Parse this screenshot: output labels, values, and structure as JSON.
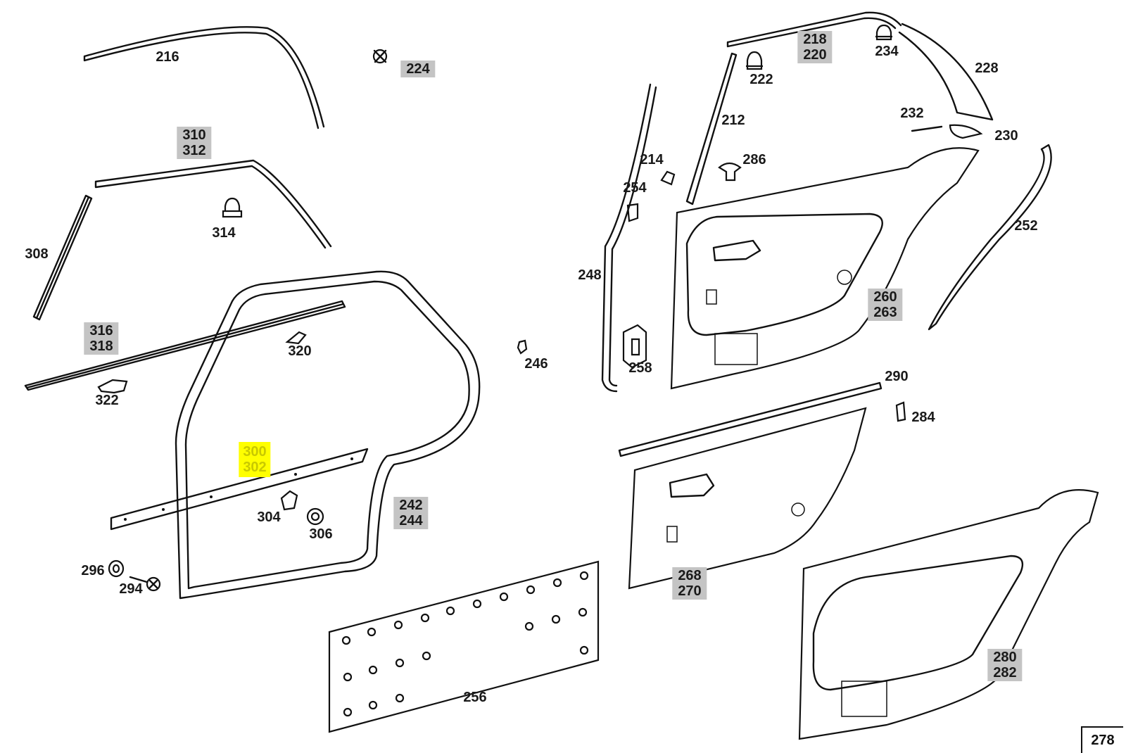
{
  "diagram": {
    "page_number": "278",
    "highlighted_callout": "300 302",
    "callouts": [
      {
        "id": "c216",
        "lines": [
          "216"
        ],
        "style": "plain"
      },
      {
        "id": "c224",
        "lines": [
          "224"
        ],
        "style": "gray"
      },
      {
        "id": "c310",
        "lines": [
          "310",
          "312"
        ],
        "style": "gray"
      },
      {
        "id": "c314",
        "lines": [
          "314"
        ],
        "style": "plain"
      },
      {
        "id": "c308",
        "lines": [
          "308"
        ],
        "style": "plain"
      },
      {
        "id": "c316",
        "lines": [
          "316",
          "318"
        ],
        "style": "gray"
      },
      {
        "id": "c320",
        "lines": [
          "320"
        ],
        "style": "plain"
      },
      {
        "id": "c322",
        "lines": [
          "322"
        ],
        "style": "plain"
      },
      {
        "id": "c246",
        "lines": [
          "246"
        ],
        "style": "plain"
      },
      {
        "id": "c300",
        "lines": [
          "300",
          "302"
        ],
        "style": "yellow"
      },
      {
        "id": "c304",
        "lines": [
          "304"
        ],
        "style": "plain"
      },
      {
        "id": "c306",
        "lines": [
          "306"
        ],
        "style": "plain"
      },
      {
        "id": "c242",
        "lines": [
          "242",
          "244"
        ],
        "style": "gray"
      },
      {
        "id": "c296",
        "lines": [
          "296"
        ],
        "style": "plain"
      },
      {
        "id": "c294",
        "lines": [
          "294"
        ],
        "style": "plain"
      },
      {
        "id": "c256",
        "lines": [
          "256"
        ],
        "style": "plain"
      },
      {
        "id": "c218",
        "lines": [
          "218",
          "220"
        ],
        "style": "gray"
      },
      {
        "id": "c234",
        "lines": [
          "234"
        ],
        "style": "plain"
      },
      {
        "id": "c222",
        "lines": [
          "222"
        ],
        "style": "plain"
      },
      {
        "id": "c228",
        "lines": [
          "228"
        ],
        "style": "plain"
      },
      {
        "id": "c212",
        "lines": [
          "212"
        ],
        "style": "plain"
      },
      {
        "id": "c232",
        "lines": [
          "232"
        ],
        "style": "plain"
      },
      {
        "id": "c230",
        "lines": [
          "230"
        ],
        "style": "plain"
      },
      {
        "id": "c214",
        "lines": [
          "214"
        ],
        "style": "plain"
      },
      {
        "id": "c286",
        "lines": [
          "286"
        ],
        "style": "plain"
      },
      {
        "id": "c254",
        "lines": [
          "254"
        ],
        "style": "plain"
      },
      {
        "id": "c252",
        "lines": [
          "252"
        ],
        "style": "plain"
      },
      {
        "id": "c248",
        "lines": [
          "248"
        ],
        "style": "plain"
      },
      {
        "id": "c260",
        "lines": [
          "260",
          "263"
        ],
        "style": "gray"
      },
      {
        "id": "c258",
        "lines": [
          "258"
        ],
        "style": "plain"
      },
      {
        "id": "c290",
        "lines": [
          "290"
        ],
        "style": "plain"
      },
      {
        "id": "c284",
        "lines": [
          "284"
        ],
        "style": "plain"
      },
      {
        "id": "c268",
        "lines": [
          "268",
          "270"
        ],
        "style": "gray"
      },
      {
        "id": "c280",
        "lines": [
          "280",
          "282"
        ],
        "style": "gray"
      }
    ]
  }
}
